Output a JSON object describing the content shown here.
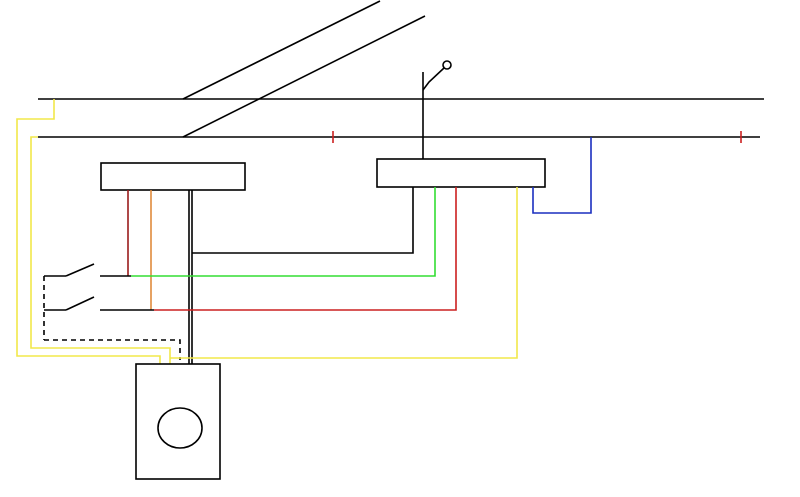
{
  "diagram": {
    "colors": {
      "black": "#000000",
      "yellow": "#f2e84a",
      "red": "#cc2020",
      "orange": "#e08a3c",
      "darkred": "#9a1c1c",
      "green": "#33dd33",
      "blue": "#1a2fbf",
      "background": "#ffffff"
    },
    "components": [
      "track-rail-upper",
      "track-rail-lower",
      "diverging-track",
      "signal-post",
      "left-junction-box",
      "right-junction-box",
      "switch-top",
      "switch-bottom",
      "control-unit",
      "indicator-lamp"
    ]
  }
}
